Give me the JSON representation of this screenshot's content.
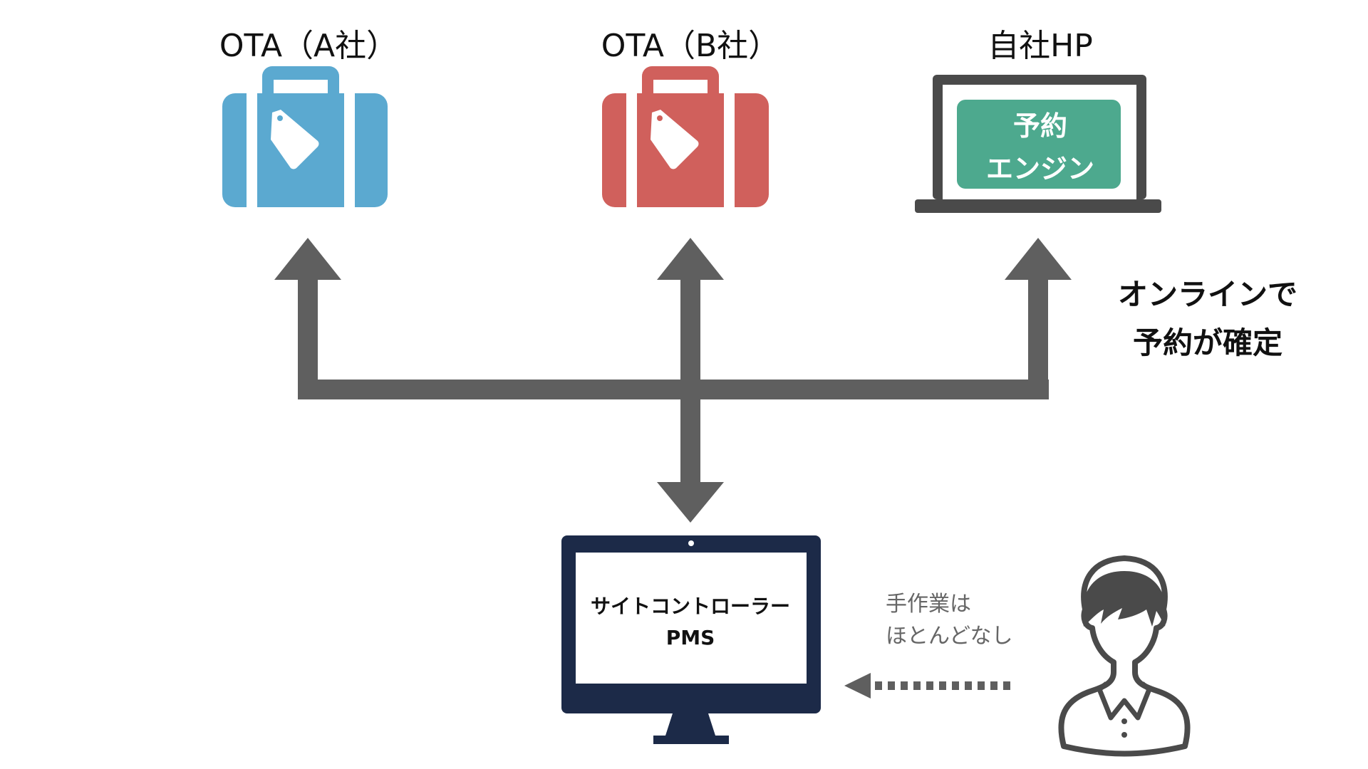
{
  "nodes": {
    "ota_a": {
      "title": "OTA（A社）",
      "icon": "suitcase-icon",
      "color": "#5BA9D0"
    },
    "ota_b": {
      "title": "OTA（B社）",
      "icon": "suitcase-icon",
      "color": "#D0605C"
    },
    "own_hp": {
      "title": "自社HP",
      "icon": "laptop-icon",
      "screen_label_line1": "予約",
      "screen_label_line2": "エンジン",
      "engine_color": "#4DA98E",
      "frame_color": "#4A4A4A"
    },
    "pms": {
      "icon": "monitor-icon",
      "line1": "サイトコントローラー",
      "line2": "PMS",
      "frame_color": "#1C2A48"
    },
    "staff": {
      "icon": "person-icon",
      "color": "#4A4A4A"
    }
  },
  "annotations": {
    "online_line1": "オンラインで",
    "online_line2": "予約が確定",
    "manual_line1": "手作業は",
    "manual_line2": "ほとんどなし"
  },
  "connectors": {
    "arrow_color": "#5F5F5F",
    "dotted_arrow_color": "#5F5F5F"
  }
}
